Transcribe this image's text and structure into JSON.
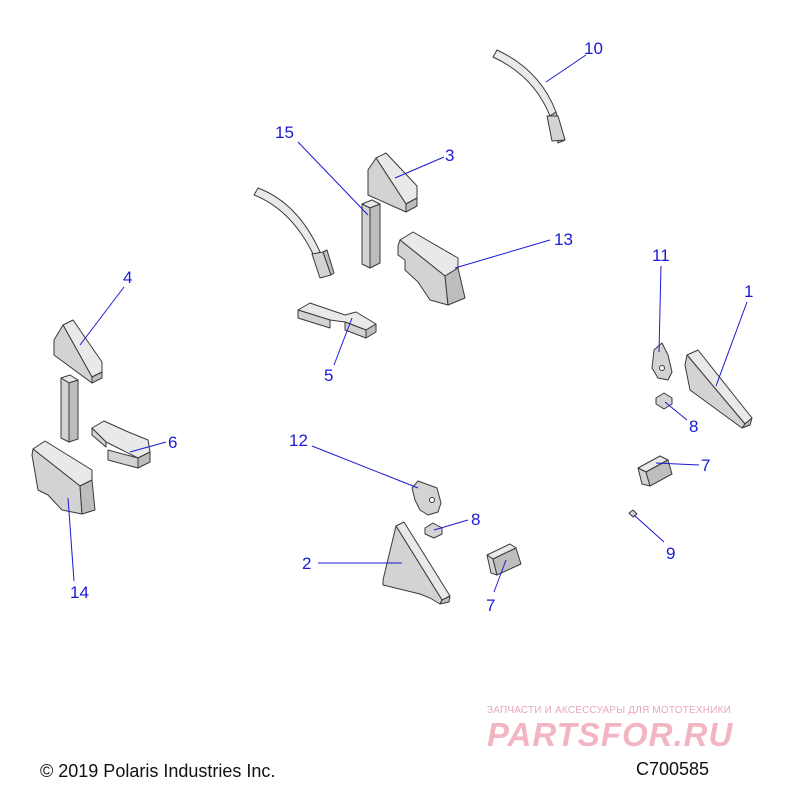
{
  "callouts": {
    "c1": "1",
    "c2": "2",
    "c3": "3",
    "c4": "4",
    "c5": "5",
    "c6": "6",
    "c7a": "7",
    "c7b": "7",
    "c8a": "8",
    "c8b": "8",
    "c9": "9",
    "c10": "10",
    "c11": "11",
    "c12": "12",
    "c13": "13",
    "c14": "14",
    "c15": "15"
  },
  "footer": {
    "copyright": "© 2019 Polaris Industries Inc.",
    "drawing_id": "C700585"
  },
  "watermark": {
    "tagline": "ЗАПЧАСТИ И АКСЕССУАРЫ ДЛЯ МОТОТЕХНИКИ",
    "logo": "PARTSFOR.RU"
  },
  "colors": {
    "callout": "#1a1ad6",
    "part_outline": "#3a3a3a",
    "watermark": "#f2b6c3"
  }
}
